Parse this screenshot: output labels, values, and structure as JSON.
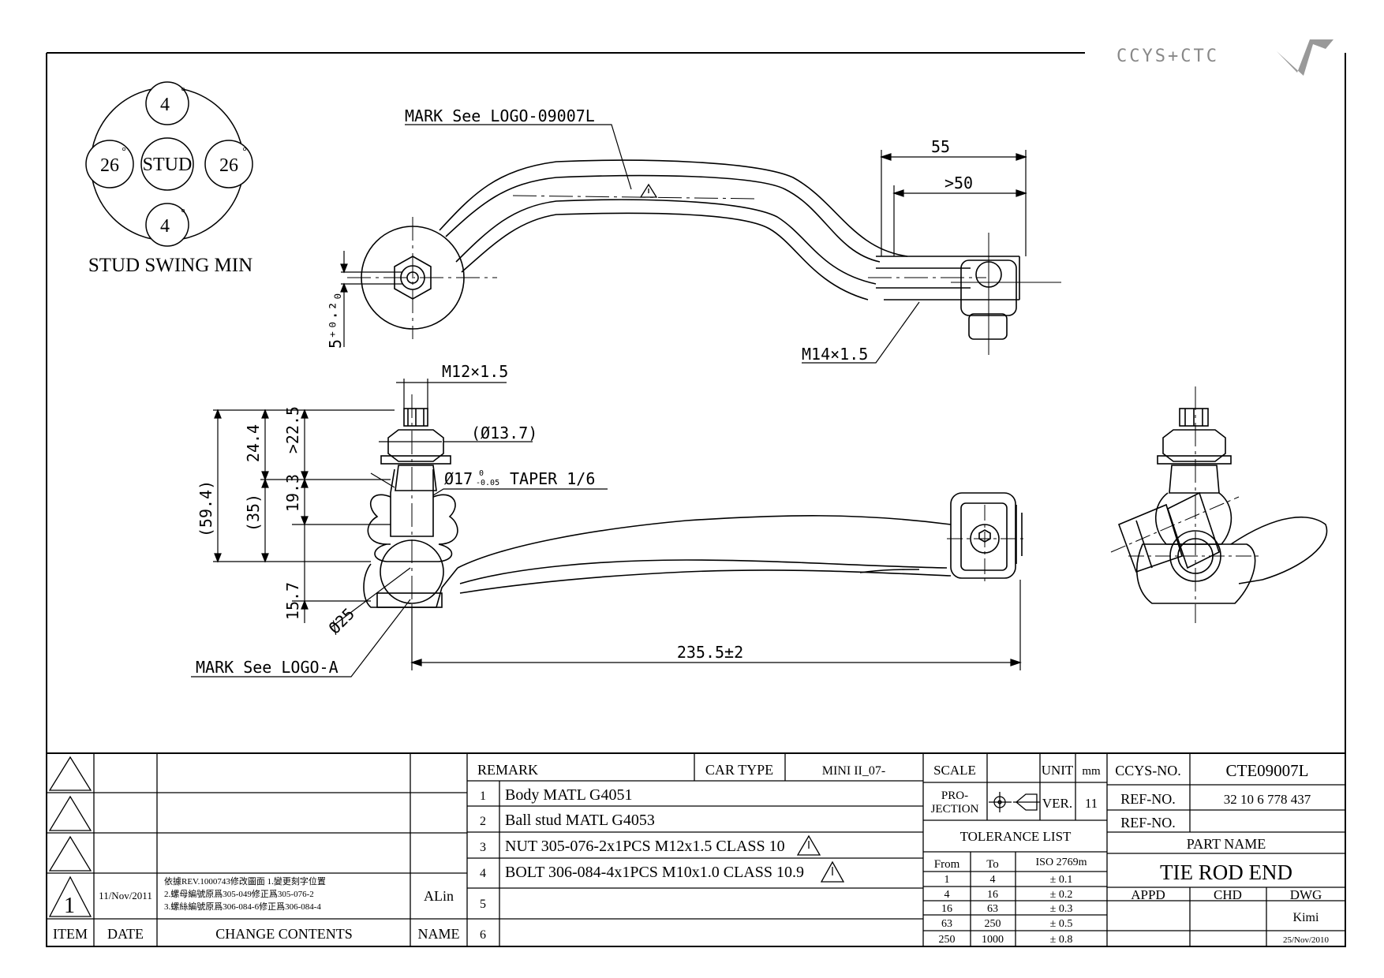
{
  "logo": {
    "text": "CCYS+CTC"
  },
  "swing": {
    "title": "STUD SWING MIN",
    "center": "STUD",
    "top": "4",
    "bottom": "4",
    "left": "26",
    "right": "26",
    "degree": "°"
  },
  "dims": {
    "mark_logo_09007l": "MARK See LOGO-09007L",
    "d55": "55",
    "d50": ">50",
    "m14": "M14×1.5",
    "d5": "5⁺⁰·²₀",
    "m12": "M12×1.5",
    "d13_7": "(Ø13.7)",
    "taper_a": "Ø17",
    "taper_sup": "0",
    "taper_sub": "-0.05",
    "taper_b": "TAPER 1/6",
    "d59_4": "(59.4)",
    "d24_4": "24.4",
    "d22_5": ">22.5",
    "d35": "(35)",
    "d19_3": "19.3",
    "d15_7": "15.7",
    "d25": "Ø25",
    "mark_logo_a": "MARK See LOGO-A",
    "d235": "235.5±2"
  },
  "title_block": {
    "revision": {
      "rev_no": "1",
      "date": "11/Nov/2011",
      "change_lines": [
        "依據REV.1000743修改圖面 1.變更刻字位置",
        "2.螺母編號原爲305-049修正爲305-076-2",
        "3.螺絲編號原爲306-084-6修正爲306-084-4"
      ],
      "name": "ALin"
    },
    "headers": {
      "item": "ITEM",
      "date": "DATE",
      "change": "CHANGE CONTENTS",
      "name": "NAME"
    },
    "remark_label": "REMARK",
    "car_type_label": "CAR TYPE",
    "car_type": "MINI II_07-",
    "remarks": [
      {
        "n": "1",
        "text": "Body MATL G4051"
      },
      {
        "n": "2",
        "text": "Ball stud MATL G4053"
      },
      {
        "n": "3",
        "text": "NUT 305-076-2x1PCS M12x1.5 CLASS 10"
      },
      {
        "n": "4",
        "text": "BOLT 306-084-4x1PCS M10x1.0 CLASS 10.9"
      },
      {
        "n": "5",
        "text": ""
      },
      {
        "n": "6",
        "text": ""
      }
    ],
    "scale_label": "SCALE",
    "unit_label": "UNIT",
    "unit": "mm",
    "projection_label_1": "PRO-",
    "projection_label_2": "JECTION",
    "ver_label": "VER.",
    "ver": "11",
    "tolerance_title": "TOLERANCE LIST",
    "tol_headers": [
      "From",
      "To",
      "ISO 2769m"
    ],
    "tolerances": [
      [
        "1",
        "4",
        "± 0.1"
      ],
      [
        "4",
        "16",
        "± 0.2"
      ],
      [
        "16",
        "63",
        "± 0.3"
      ],
      [
        "63",
        "250",
        "± 0.5"
      ],
      [
        "250",
        "1000",
        "± 0.8"
      ]
    ],
    "ccys_no_label": "CCYS-NO.",
    "ccys_no": "CTE09007L",
    "ref_no_label": "REF-NO.",
    "ref_no": "32 10 6 778 437",
    "ref_no2": "",
    "part_name_label": "PART NAME",
    "part_name": "TIE ROD END",
    "appd": "APPD",
    "chd": "CHD",
    "dwg": "DWG",
    "drawer": "Kimi",
    "drawn_date": "25/Nov/2010"
  }
}
